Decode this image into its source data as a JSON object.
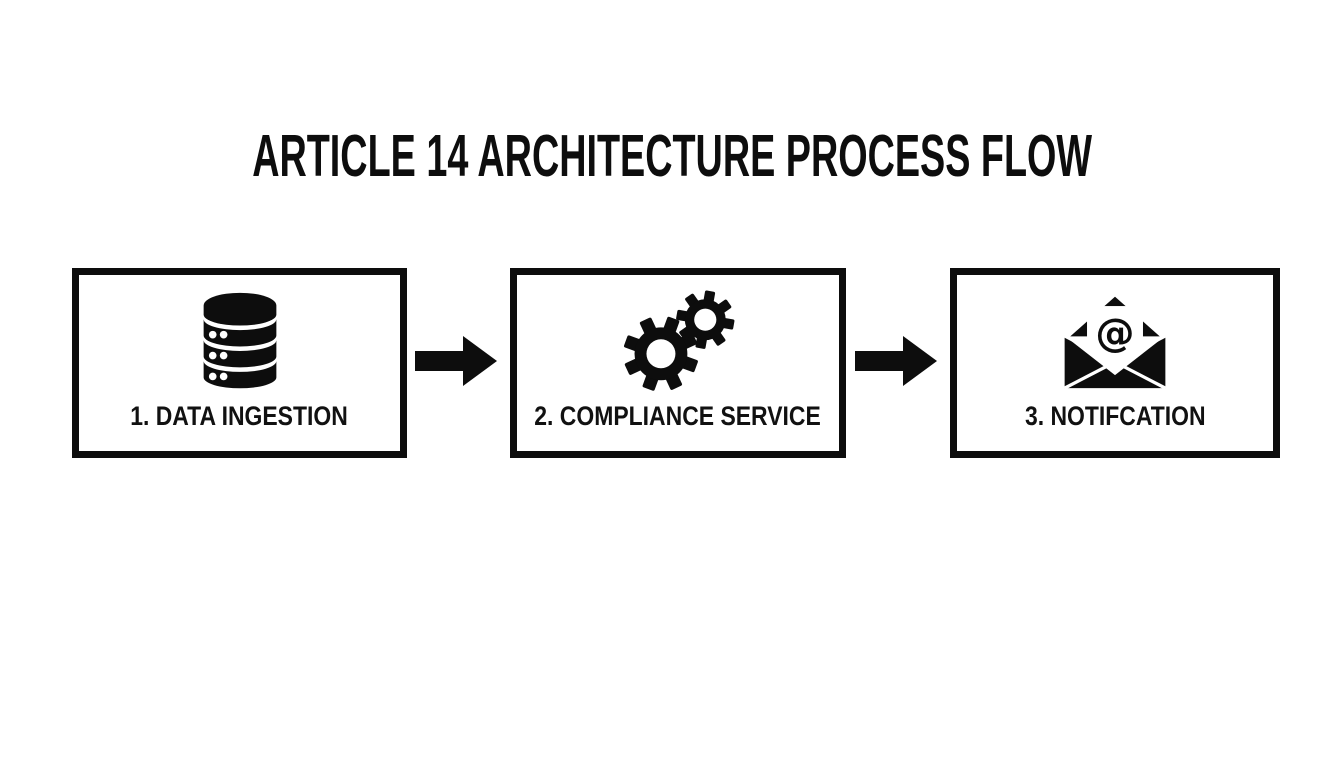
{
  "title": "ARTICLE 14 ARCHITECTURE PROCESS FLOW",
  "colors": {
    "foreground": "#0d0d0d",
    "background": "#ffffff"
  },
  "flow": {
    "steps": [
      {
        "label": "1. DATA INGESTION",
        "icon": "database-icon"
      },
      {
        "label": "2. COMPLIANCE SERVICE",
        "icon": "gears-icon"
      },
      {
        "label": "3. NOTIFCATION",
        "icon": "email-envelope-icon"
      }
    ],
    "connectors": [
      {
        "icon": "arrow-right-icon"
      },
      {
        "icon": "arrow-right-icon"
      }
    ],
    "email_icon_glyph": "@"
  }
}
